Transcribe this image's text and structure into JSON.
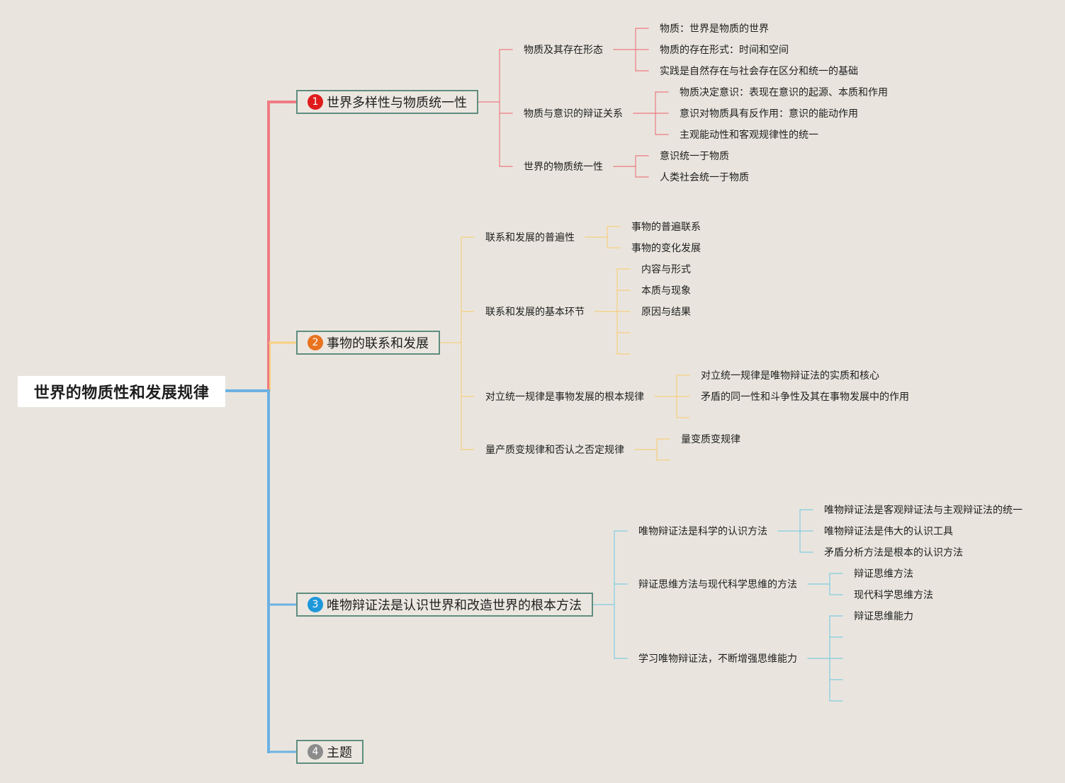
{
  "root": {
    "label": "世界的物质性和发展规律"
  },
  "colors": {
    "branch1": "#ef7b83",
    "branch2": "#f8cf80",
    "branch3": "#6cb1e3",
    "branch4": "#6cb1e3",
    "subline3": "#82cde0",
    "badge1": "#e01c1c",
    "badge2": "#e9731f",
    "badge3": "#1f98da",
    "badge4": "#8c8c8c"
  },
  "branches": [
    {
      "num": "1",
      "label": "世界多样性与物质统一性",
      "children": [
        {
          "label": "物质及其存在形态",
          "children": [
            "物质：世界是物质的世界",
            "物质的存在形式：时间和空间",
            "实践是自然存在与社会存在区分和统一的基础"
          ]
        },
        {
          "label": "物质与意识的辩证关系",
          "children": [
            "物质决定意识：表现在意识的起源、本质和作用",
            "意识对物质具有反作用：意识的能动作用",
            "主观能动性和客观规律性的统一"
          ]
        },
        {
          "label": "世界的物质统一性",
          "children": [
            "意识统一于物质",
            "人类社会统一于物质"
          ]
        }
      ]
    },
    {
      "num": "2",
      "label": "事物的联系和发展",
      "children": [
        {
          "label": "联系和发展的普遍性",
          "children": [
            "事物的普遍联系",
            "事物的变化发展"
          ]
        },
        {
          "label": "联系和发展的基本环节",
          "children": [
            "内容与形式",
            "本质与现象",
            "原因与结果"
          ]
        },
        {
          "label": "对立统一规律是事物发展的根本规律",
          "children": [
            "对立统一规律是唯物辩证法的实质和核心",
            "矛盾的同一性和斗争性及其在事物发展中的作用"
          ]
        },
        {
          "label": "量产质变规律和否认之否定规律",
          "children": [
            "量变质变规律"
          ]
        }
      ]
    },
    {
      "num": "3",
      "label": "唯物辩证法是认识世界和改造世界的根本方法",
      "children": [
        {
          "label": "唯物辩证法是科学的认识方法",
          "children": [
            "唯物辩证法是客观辩证法与主观辩证法的统一",
            "唯物辩证法是伟大的认识工具",
            "矛盾分析方法是根本的认识方法"
          ]
        },
        {
          "label": "辩证思维方法与现代科学思维的方法",
          "children": [
            "辩证思维方法",
            "现代科学思维方法"
          ]
        },
        {
          "label": "学习唯物辩证法，不断增强思维能力",
          "children": [
            "辩证思维能力"
          ]
        }
      ]
    },
    {
      "num": "4",
      "label": "主题",
      "children": []
    }
  ]
}
